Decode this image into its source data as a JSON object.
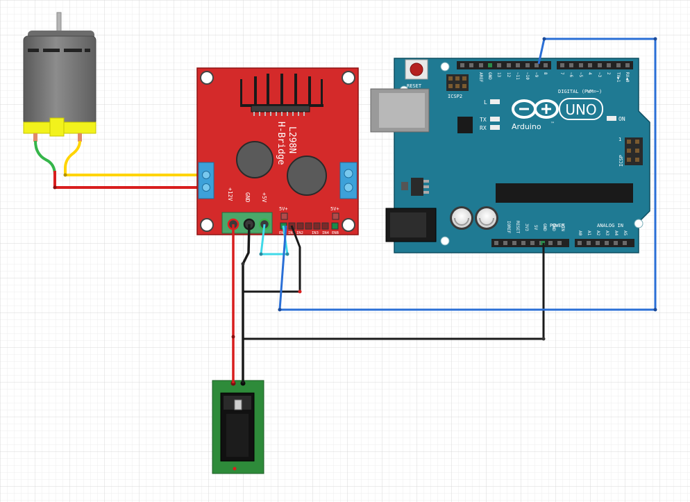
{
  "colors": {
    "grid_minor": "#e9e9e9",
    "grid_major": "#d6d6d6",
    "board_red": "#d42a2a",
    "arduino_teal": "#1f7a93",
    "jack_green": "#2e8b3a",
    "wire_red": "#d81e1e",
    "wire_black": "#1a1a1a",
    "wire_blue": "#2a6fd6",
    "wire_cyan": "#3fd9e8",
    "wire_yellow": "#ffd400",
    "wire_green": "#35b54a",
    "terminal_blue": "#3da1d9",
    "terminal_green": "#4aa86a"
  },
  "motor": {
    "icon": "dc-motor-icon"
  },
  "hbridge": {
    "title_lines": [
      "L298N",
      "H-Bridge"
    ],
    "power_pins": [
      "+12V",
      "GND",
      "+5V"
    ],
    "jumper_left": "5V+",
    "jumper_right": "5V+",
    "header_pins": [
      "ENA",
      "IN1",
      "IN2",
      "IN3",
      "IN4",
      "ENB"
    ]
  },
  "arduino": {
    "reset_label": "RESET",
    "icsp2_label": "ICSP2",
    "icsp_label": "ICSP",
    "icsp_pin_number": "1",
    "digital_label": "DIGITAL (PWM=~)",
    "digital_pins": [
      "AREF",
      "GND",
      "13",
      "12",
      "~11",
      "~10",
      "~9",
      "8",
      "7",
      "~6",
      "~5",
      "4",
      "~3",
      "2",
      "TX▶1",
      "RX◀0"
    ],
    "led_l": "L",
    "led_tx": "TX",
    "led_rx": "RX",
    "logo_text": "Arduino",
    "logo_tm": "™",
    "model": "UNO",
    "on_label": "ON",
    "power_label": "POWER",
    "power_pins": [
      "IOREF",
      "RESET",
      "3V3",
      "5V",
      "GND",
      "GND",
      "VIN"
    ],
    "analog_label": "ANALOG IN",
    "analog_pins": [
      "A0",
      "A1",
      "A2",
      "A3",
      "A4",
      "A5"
    ]
  },
  "power_jack": {
    "icon": "dc-barrel-jack-icon"
  }
}
